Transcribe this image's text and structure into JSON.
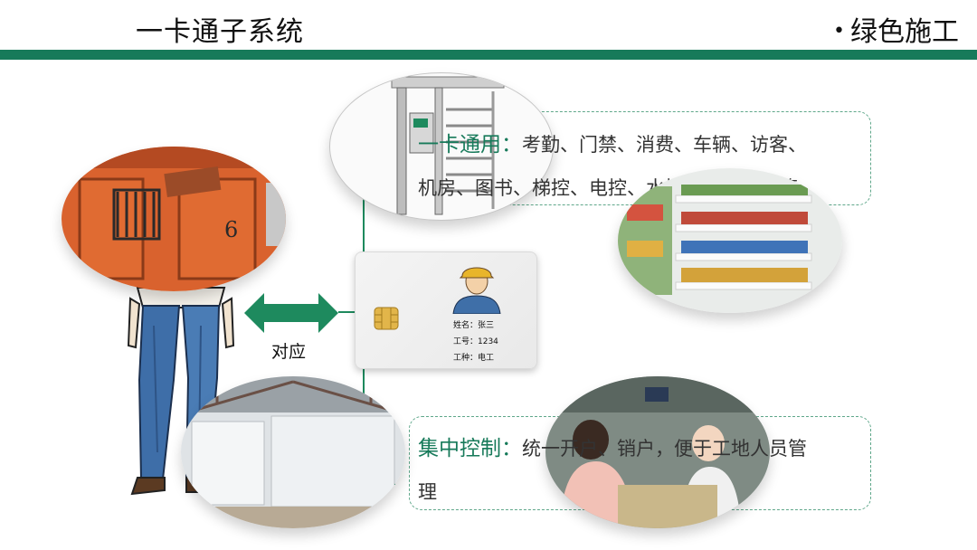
{
  "header": {
    "title": "一卡通子系统",
    "right_label": "绿色施工",
    "bullet": "•",
    "accent_color": "#177a5a"
  },
  "arrow": {
    "label": "对应",
    "color": "#1e8a5e"
  },
  "card": {
    "lines": [
      "姓名：张三",
      "工号：1234",
      "工种：电工"
    ]
  },
  "box_top": {
    "highlight": "一卡通用：",
    "text_line1": "考勤、门禁、消费、车辆、访客、",
    "text_line2": "机房、图书、梯控、电控、水控、宿舍管理等"
  },
  "box_bottom": {
    "highlight": "集中控制：",
    "text_line1": "统一开户、销户，便于工地人员管",
    "text_line2": "理"
  },
  "icons": [
    "worker-figure-icon",
    "turnstile-icon",
    "chip-icon",
    "worker-avatar-icon"
  ]
}
